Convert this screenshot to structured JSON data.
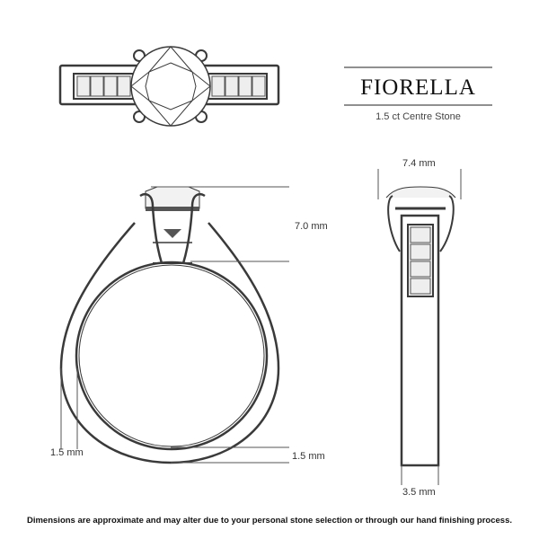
{
  "brand": {
    "name": "FIORELLA",
    "subtitle": "1.5 ct Centre Stone"
  },
  "dimensions": {
    "head_height": "7.0 mm",
    "band_thickness_left": "1.5 mm",
    "band_thickness_bottom": "1.5 mm",
    "stone_width": "7.4 mm",
    "band_width": "3.5 mm"
  },
  "footer": {
    "disclaimer": "Dimensions are approximate and may alter due to your personal stone selection or through our hand finishing process."
  },
  "colors": {
    "line": "#3a3a3a",
    "dim_line": "#555555"
  }
}
